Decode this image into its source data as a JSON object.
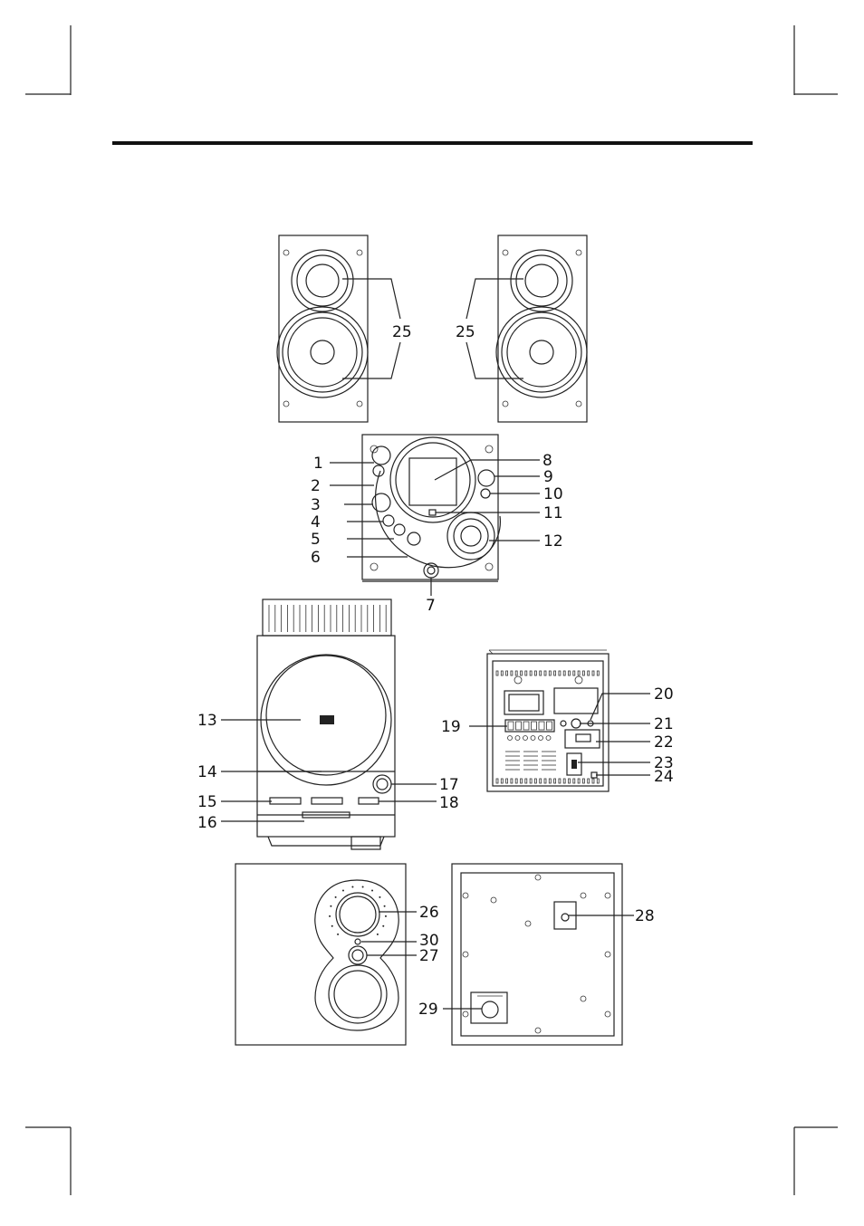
{
  "callouts": [
    {
      "id": "25a",
      "label": "25"
    },
    {
      "id": "25b",
      "label": "25"
    },
    {
      "id": "1",
      "label": "1"
    },
    {
      "id": "2",
      "label": "2"
    },
    {
      "id": "3",
      "label": "3"
    },
    {
      "id": "4",
      "label": "4"
    },
    {
      "id": "5",
      "label": "5"
    },
    {
      "id": "6",
      "label": "6"
    },
    {
      "id": "7",
      "label": "7"
    },
    {
      "id": "8",
      "label": "8"
    },
    {
      "id": "9",
      "label": "9"
    },
    {
      "id": "10",
      "label": "10"
    },
    {
      "id": "11",
      "label": "11"
    },
    {
      "id": "12",
      "label": "12"
    },
    {
      "id": "13",
      "label": "13"
    },
    {
      "id": "14",
      "label": "14"
    },
    {
      "id": "15",
      "label": "15"
    },
    {
      "id": "16",
      "label": "16"
    },
    {
      "id": "17",
      "label": "17"
    },
    {
      "id": "18",
      "label": "18"
    },
    {
      "id": "19",
      "label": "19"
    },
    {
      "id": "20",
      "label": "20"
    },
    {
      "id": "21",
      "label": "21"
    },
    {
      "id": "22",
      "label": "22"
    },
    {
      "id": "23",
      "label": "23"
    },
    {
      "id": "24",
      "label": "24"
    },
    {
      "id": "26",
      "label": "26"
    },
    {
      "id": "27",
      "label": "27"
    },
    {
      "id": "28",
      "label": "28"
    },
    {
      "id": "29",
      "label": "29"
    },
    {
      "id": "30",
      "label": "30"
    }
  ]
}
